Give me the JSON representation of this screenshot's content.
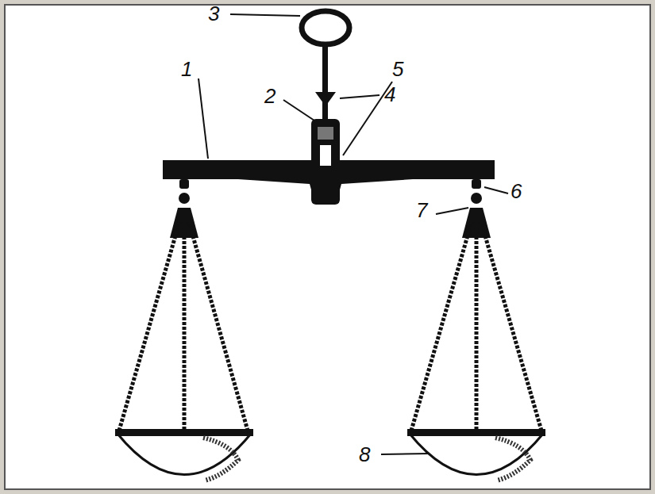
{
  "diagram": {
    "labels": [
      "3",
      "4",
      "2",
      "1",
      "5",
      "6",
      "7",
      "8"
    ]
  }
}
